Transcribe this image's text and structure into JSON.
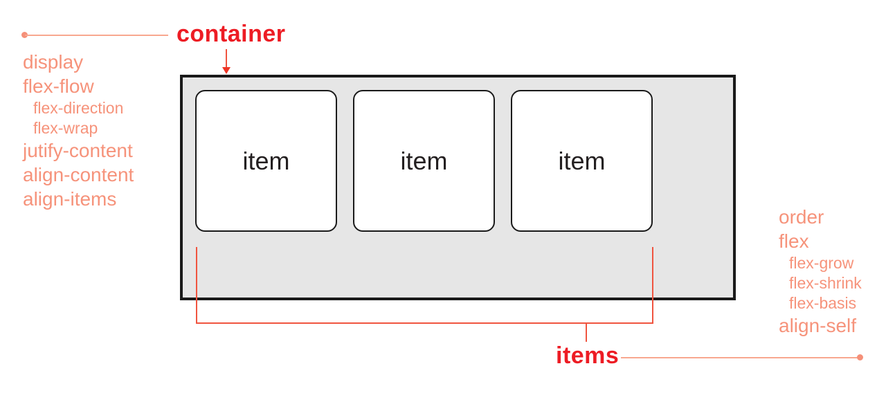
{
  "labels": {
    "container": "container",
    "items": "items"
  },
  "flex_items": [
    {
      "label": "item"
    },
    {
      "label": "item"
    },
    {
      "label": "item"
    }
  ],
  "container_properties": [
    {
      "label": "display",
      "level": "main"
    },
    {
      "label": "flex-flow",
      "level": "main"
    },
    {
      "label": "flex-direction",
      "level": "sub"
    },
    {
      "label": "flex-wrap",
      "level": "sub"
    },
    {
      "label": "jutify-content",
      "level": "main"
    },
    {
      "label": "align-content",
      "level": "main"
    },
    {
      "label": "align-items",
      "level": "main"
    }
  ],
  "item_properties": [
    {
      "label": "order",
      "level": "main"
    },
    {
      "label": "flex",
      "level": "main"
    },
    {
      "label": "flex-grow",
      "level": "sub"
    },
    {
      "label": "flex-shrink",
      "level": "sub"
    },
    {
      "label": "flex-basis",
      "level": "sub"
    },
    {
      "label": "align-self",
      "level": "main"
    }
  ],
  "colors": {
    "red_label": "#ED1C24",
    "red_line": "#F0543F",
    "salmon_text": "#F6937B",
    "salmon_leader": "#F8A78F",
    "container_fill": "#E6E6E6",
    "border_black": "#1A1A1A",
    "item_text": "#231F20"
  }
}
